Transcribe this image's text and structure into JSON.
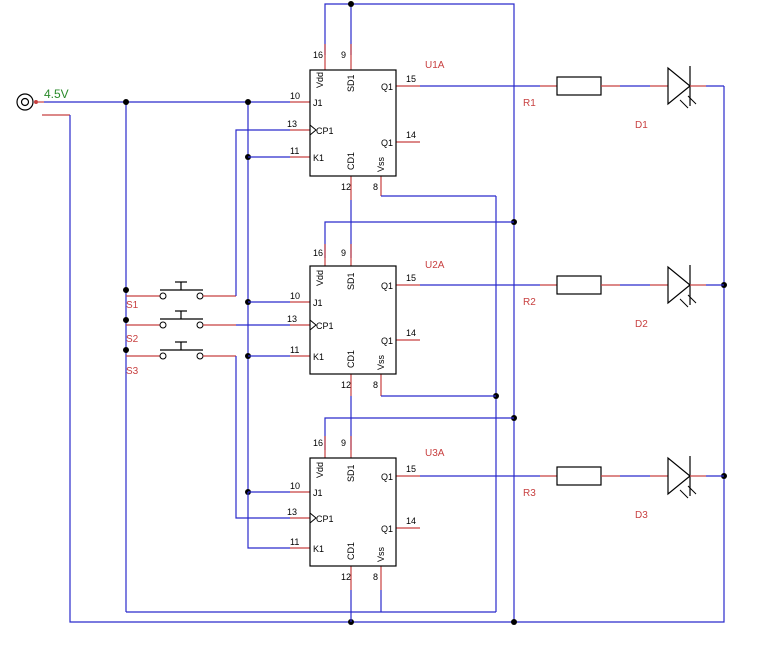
{
  "colors": {
    "wire": "#2a2acc",
    "lead": "#c84040",
    "component": "#000000",
    "reference": "#c84040",
    "voltage": "#2a8a2a"
  },
  "source": {
    "label": "4.5V"
  },
  "pins": {
    "vdd_num": "16",
    "sd_num": "9",
    "q_num": "15",
    "j_num": "10",
    "cp_num": "13",
    "k_num": "11",
    "qbar_num": "14",
    "cd_num": "12",
    "vss_num": "8",
    "vdd": "Vdd",
    "sd": "SD1",
    "q": "Q1",
    "j": "J1",
    "cp": "CP1",
    "k": "K1",
    "qbar": "Q1",
    "cd": "CD1",
    "vss": "Vss"
  },
  "stages": [
    {
      "ic": "U1A",
      "resistor": "R1",
      "led": "D1"
    },
    {
      "ic": "U2A",
      "resistor": "R2",
      "led": "D2",
      "switch": "S1"
    },
    {
      "ic": "U3A",
      "resistor": "R3",
      "led": "D3",
      "switch": "S2"
    }
  ],
  "extra_switch": "S3"
}
